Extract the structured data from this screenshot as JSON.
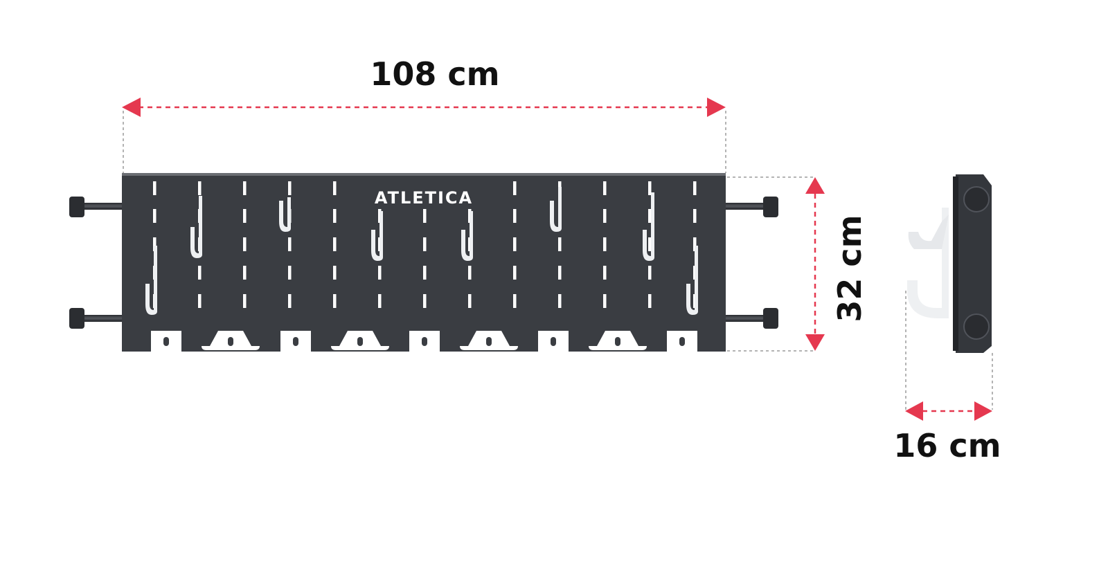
{
  "dimensions": {
    "width_label": "108 cm",
    "height_label": "32 cm",
    "depth_label": "16 cm"
  },
  "product": {
    "brand_logo": "ATLETICA"
  },
  "colors": {
    "arrow": "#e5384f",
    "panel": "#3a3d42",
    "guide": "#9a9a9a",
    "hook": "#eef0f2"
  }
}
